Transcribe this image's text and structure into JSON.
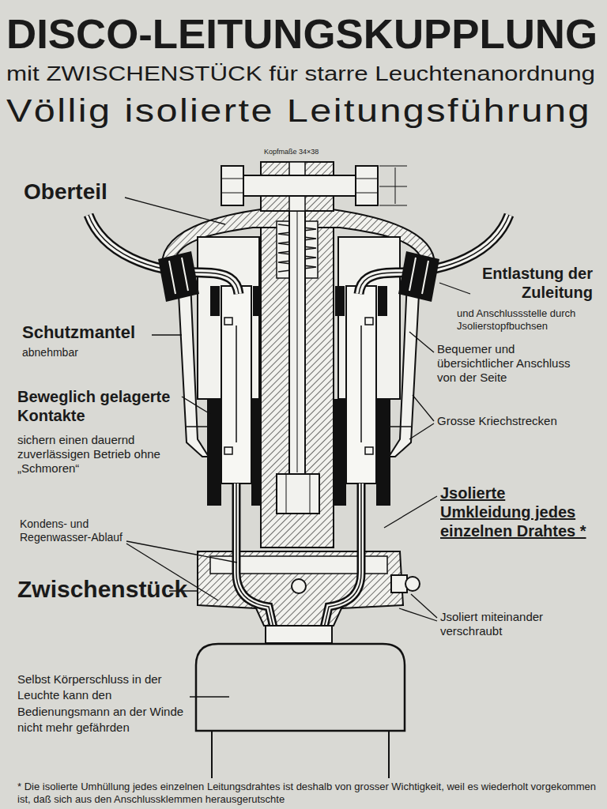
{
  "diagram": {
    "title": "DISCO-LEITUNGSKUPPLUNG",
    "labels": [
      "mit ZWISCHENSTÜCK für starre Leuchtenanordnung",
      "Völlig isolierte Leitungsführung",
      "Kopfmaße 34×38",
      "Oberteil",
      "Entlastung der Zuleitung",
      "und Anschlussstelle durch Jsolierstopfbuchsen",
      "Schutzmantel",
      "abnehmbar",
      "Bequemer und übersichtlicher Anschluss von der Seite",
      "Grosse Kriechstrecken",
      "Beweglich gelagerte Kontakte",
      "sichern einen dauernd zuverlässigen Betrieb ohne „Schmoren“",
      "Jsolierte Umkleidung jedes einzelnen Drahtes *",
      "Kondens- und Regenwasser-Ablauf",
      "Zwischenstück",
      "Jsoliert miteinander verschraubt",
      "Selbst Körperschluss in der Leuchte kann den Bedienungsmann an der Winde nicht mehr gefährden",
      "* Die isolierte Umhüllung jedes einzelnen Leitungsdrahtes ist deshalb von grosser Wichtigkeit, weil es wiederholt vorgekommen ist, daß sich aus den Anschlussklemmen herausgerutschte"
    ]
  }
}
